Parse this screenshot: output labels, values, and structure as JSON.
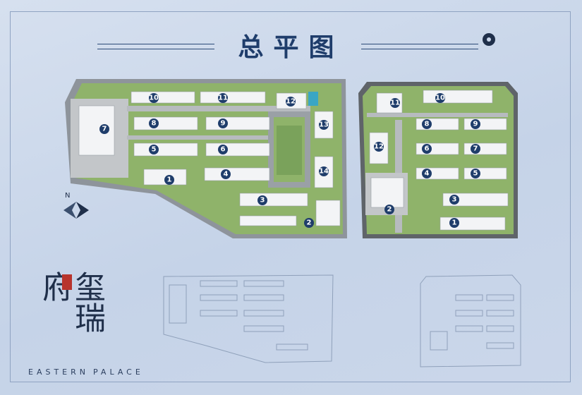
{
  "title": "总平图",
  "brand": {
    "name": "玺瑞府",
    "subtitle_left": "EASTERN",
    "subtitle_right": "PALACE"
  },
  "compass_label": "N",
  "west_site": {
    "buildings": [
      "10",
      "11",
      "12",
      "7",
      "8",
      "9",
      "13",
      "5",
      "6",
      "14",
      "1",
      "4",
      "3",
      "2"
    ]
  },
  "east_site": {
    "buildings": [
      "11",
      "10",
      "8",
      "9",
      "12",
      "6",
      "7",
      "4",
      "5",
      "2",
      "3",
      "1"
    ]
  },
  "colors": {
    "background": "#c9d6ea",
    "title": "#1f3d6b",
    "building_marker": "#1f3d6b",
    "green": "#8fb36a",
    "road": "#8e949b",
    "building": "#f3f4f6"
  }
}
